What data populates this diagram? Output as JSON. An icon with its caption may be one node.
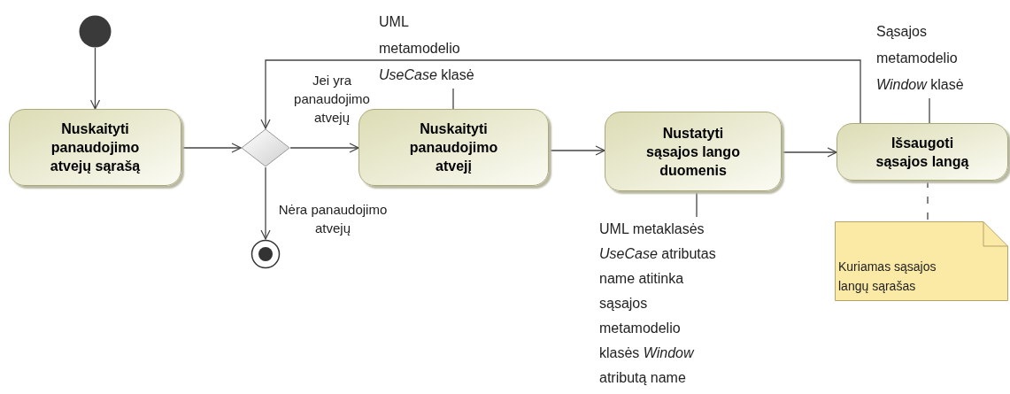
{
  "diagram": {
    "nodes": [
      {
        "text": [],
        "shape": "circle"
      },
      {
        "text": [
          "Nuskaityti panaudojimo atvejų sąrašą"
        ]
      },
      {
        "text": [],
        "shape": "diamond"
      },
      {
        "text": [
          "Nuskaityti panaudojimo atvejį"
        ]
      },
      {
        "text": [
          "Nustatyti sąsajos lango duomenis"
        ]
      },
      {
        "text": [
          "Išsaugoti sąsajos langą"
        ]
      },
      {
        "text": [],
        "shape": "circle"
      },
      {
        "text": [
          "UML metamodelio *UseCase* klasė"
        ]
      },
      {
        "text": [
          "UML metaklasės *UseCase* atributas name atitinka sąsajos metamodelio klasės *Window* atributą name"
        ]
      },
      {
        "text": [
          "Sąsajos metamodelio *Window* klasė"
        ]
      },
      {
        "text": [
          "Kuriamas sąsajos langų sąrašas"
        ]
      }
    ],
    "edges": [
      {
        "from": 0,
        "to": 1,
        "arrow": "to"
      },
      {
        "from": 1,
        "to": 2,
        "arrow": "to"
      },
      {
        "from": 2,
        "to": 3,
        "arrow": "to",
        "label": "Jei yra panaudojimo atvejų"
      },
      {
        "from": 2,
        "to": 6,
        "arrow": "to",
        "label": "Nėra panaudojimo atvejų"
      },
      {
        "from": 3,
        "to": 4,
        "arrow": "to"
      },
      {
        "from": 4,
        "to": 5,
        "arrow": "to"
      },
      {
        "from": 5,
        "to": 2,
        "arrow": "to"
      },
      {
        "from": 7,
        "to": 3,
        "arrow": "none"
      },
      {
        "from": 8,
        "to": 4,
        "arrow": "none"
      },
      {
        "from": 9,
        "to": 5,
        "arrow": "none"
      },
      {
        "from": 10,
        "to": 5,
        "arrow": "none",
        "style": "dashed"
      }
    ]
  }
}
